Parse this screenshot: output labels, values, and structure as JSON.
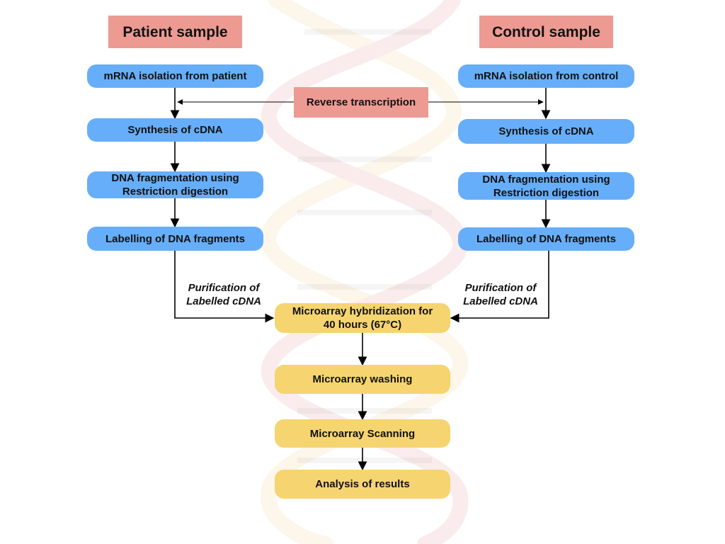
{
  "headers": {
    "patient": "Patient sample",
    "control": "Control sample"
  },
  "center": {
    "reverse_transcription": "Reverse transcription"
  },
  "patient_steps": {
    "mrna": "mRNA isolation from patient",
    "cdna": "Synthesis of cDNA",
    "frag_line1": "DNA fragmentation using",
    "frag_line2": "Restriction digestion",
    "label": "Labelling of DNA fragments"
  },
  "control_steps": {
    "mrna": "mRNA isolation from control",
    "cdna": "Synthesis of cDNA",
    "frag_line1": "DNA fragmentation using",
    "frag_line2": "Restriction digestion",
    "label": "Labelling of DNA fragments"
  },
  "purification": {
    "line1": "Purification of",
    "line2": "Labelled cDNA"
  },
  "final_steps": {
    "hyb_line1": "Microarray hybridization for",
    "hyb_line2": "40 hours (67°C)",
    "washing": "Microarray washing",
    "scanning": "Microarray Scanning",
    "analysis": "Analysis of results"
  },
  "colors": {
    "header": "#ed9a92",
    "blue_step": "#66aef9",
    "yellow_step": "#f6d46f",
    "arrow": "#000000"
  }
}
